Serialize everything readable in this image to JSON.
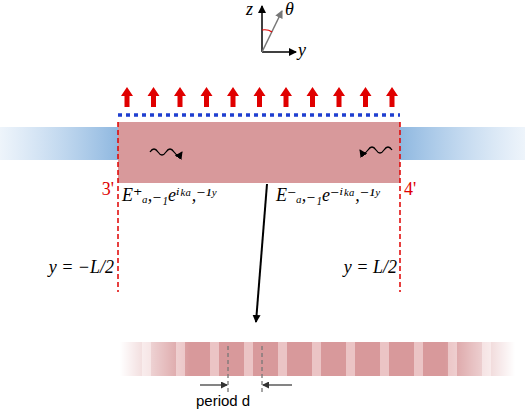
{
  "diagram": {
    "labels": [
      "z",
      "θ",
      "y",
      "E⁺ₐ,₋₁eⁱᵏᵃ,⁻¹ʸ",
      "E⁻ₐ,₋₁e⁻ⁱᵏᵃ,⁻¹ʸ",
      "3'",
      "4'",
      "y = −L/2",
      "y = L/2",
      "period d"
    ]
  }
}
